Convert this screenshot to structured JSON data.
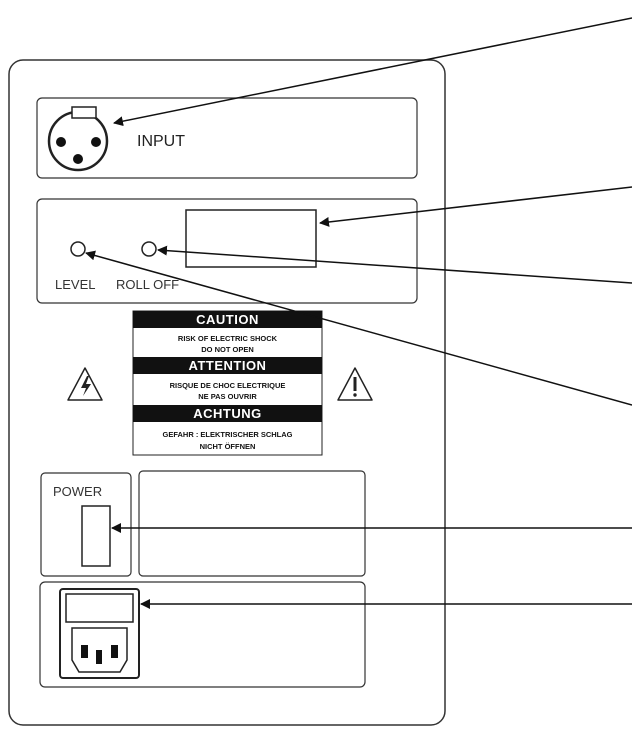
{
  "panel": {
    "input_label": "INPUT",
    "level_label": "LEVEL",
    "roll_off_label": "ROLL OFF",
    "power_label": "POWER"
  },
  "warning": {
    "caution_title": "CAUTION",
    "caution_line1": "RISK OF ELECTRIC SHOCK",
    "caution_line2": "DO NOT OPEN",
    "attention_title": "ATTENTION",
    "attention_line1": "RISQUE DE CHOC ELECTRIQUE",
    "attention_line2": "NE PAS OUVRIR",
    "achtung_title": "ACHTUNG",
    "achtung_line1": "GEFAHR : ELEKTRISCHER SCHLAG",
    "achtung_line2": "NICHT ÖFFNEN"
  },
  "icons": {
    "shock_triangle": "high-voltage-warning-icon",
    "exclamation_triangle": "exclamation-warning-icon"
  }
}
